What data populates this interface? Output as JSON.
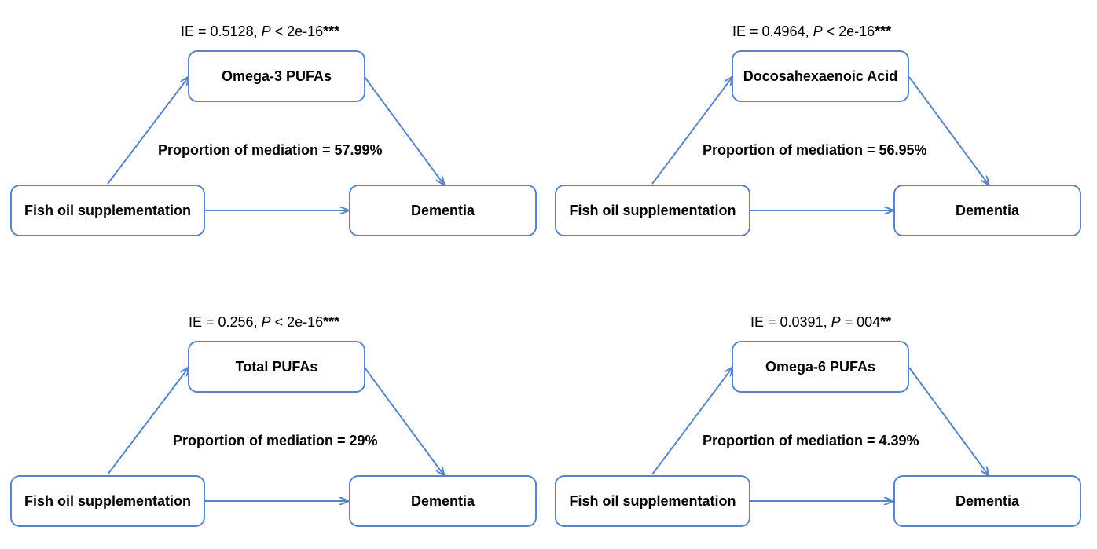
{
  "panels": [
    {
      "ie_prefix": "IE = 0.5128, ",
      "p_symbol": "P",
      "p_rest": " < 2e-16",
      "stars": "***",
      "mediator": "Omega-3 PUFAs",
      "proportion": "Proportion of mediation = 57.99%",
      "exposure": "Fish oil supplementation",
      "outcome": "Dementia"
    },
    {
      "ie_prefix": "IE = 0.4964, ",
      "p_symbol": "P",
      "p_rest": " < 2e-16",
      "stars": "***",
      "mediator": "Docosahexaenoic Acid",
      "proportion": "Proportion of mediation = 56.95%",
      "exposure": "Fish oil supplementation",
      "outcome": "Dementia"
    },
    {
      "ie_prefix": "IE = 0.256, ",
      "p_symbol": "P",
      "p_rest": " < 2e-16",
      "stars": "***",
      "mediator": "Total PUFAs",
      "proportion": "Proportion of mediation = 29%",
      "exposure": "Fish oil supplementation",
      "outcome": "Dementia"
    },
    {
      "ie_prefix": "IE = 0.0391, ",
      "p_symbol": "P",
      "p_rest": " = 004",
      "stars": "**",
      "mediator": "Omega-6 PUFAs",
      "proportion": "Proportion of mediation = 4.39%",
      "exposure": "Fish oil supplementation",
      "outcome": "Dementia"
    }
  ],
  "colors": {
    "box_border": "#5b84c4",
    "arrow": "#5b84c4",
    "text": "#000000"
  }
}
